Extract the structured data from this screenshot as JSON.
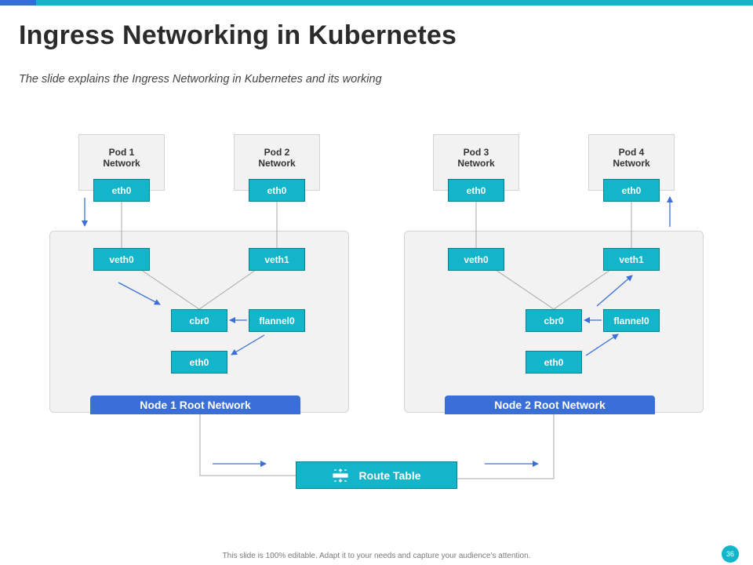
{
  "slide": {
    "title": "Ingress Networking in Kubernetes",
    "subtitle": "The slide explains the Ingress Networking  in Kubernetes and its working",
    "footer": "This slide is 100% editable. Adapt it to your needs and capture your audience’s attention.",
    "page_number": "36"
  },
  "colors": {
    "accent_cyan": "#12b5c9",
    "accent_blue": "#3a6fd8",
    "panel_gray": "#f2f2f2",
    "arrow_blue": "#3a6fd8",
    "connector_gray": "#a8a8a8"
  },
  "pods": [
    {
      "line1": "Pod 1",
      "line2": "Network",
      "interface": "eth0"
    },
    {
      "line1": "Pod 2",
      "line2": "Network",
      "interface": "eth0"
    },
    {
      "line1": "Pod 3",
      "line2": "Network",
      "interface": "eth0"
    },
    {
      "line1": "Pod 4",
      "line2": "Network",
      "interface": "eth0"
    }
  ],
  "nodes": [
    {
      "label": "Node 1 Root Network",
      "veth0": "veth0",
      "veth1": "veth1",
      "bridge": "cbr0",
      "overlay": "flannel0",
      "eth": "eth0"
    },
    {
      "label": "Node 2 Root Network",
      "veth0": "veth0",
      "veth1": "veth1",
      "bridge": "cbr0",
      "overlay": "flannel0",
      "eth": "eth0"
    }
  ],
  "route_table": {
    "label": "Route Table",
    "icon": "route-icon"
  }
}
